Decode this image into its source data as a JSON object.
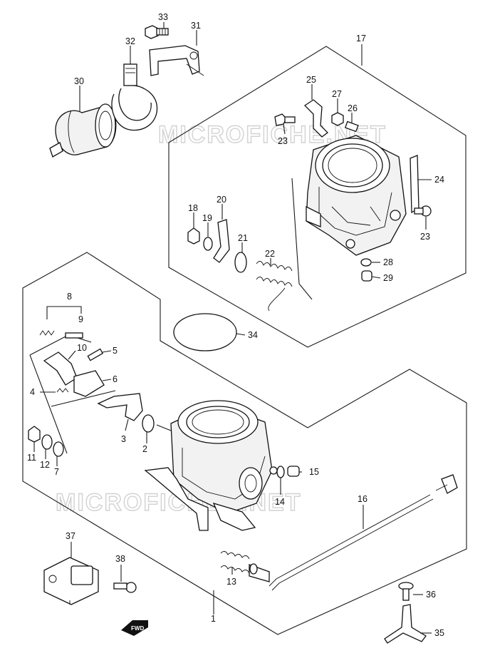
{
  "watermark": {
    "top": "MICROFICHE.NET",
    "middle": "MICROFICHES.NET"
  },
  "fwd_label": "FWD",
  "callouts": {
    "c1": "1",
    "c2": "2",
    "c3": "3",
    "c4": "4",
    "c5": "5",
    "c6": "6",
    "c7": "7",
    "c8": "8",
    "c9": "9",
    "c10": "10",
    "c11": "11",
    "c12": "12",
    "c13": "13",
    "c14": "14",
    "c15": "15",
    "c16": "16",
    "c17": "17",
    "c18": "18",
    "c19": "19",
    "c20": "20",
    "c21": "21",
    "c22": "22",
    "c23a": "23",
    "c23b": "23",
    "c24": "24",
    "c25": "25",
    "c26": "26",
    "c27": "27",
    "c28": "28",
    "c29": "29",
    "c30": "30",
    "c31": "31",
    "c32": "32",
    "c33": "33",
    "c34": "34",
    "c35": "35",
    "c36": "36",
    "c37": "37",
    "c38": "38"
  }
}
